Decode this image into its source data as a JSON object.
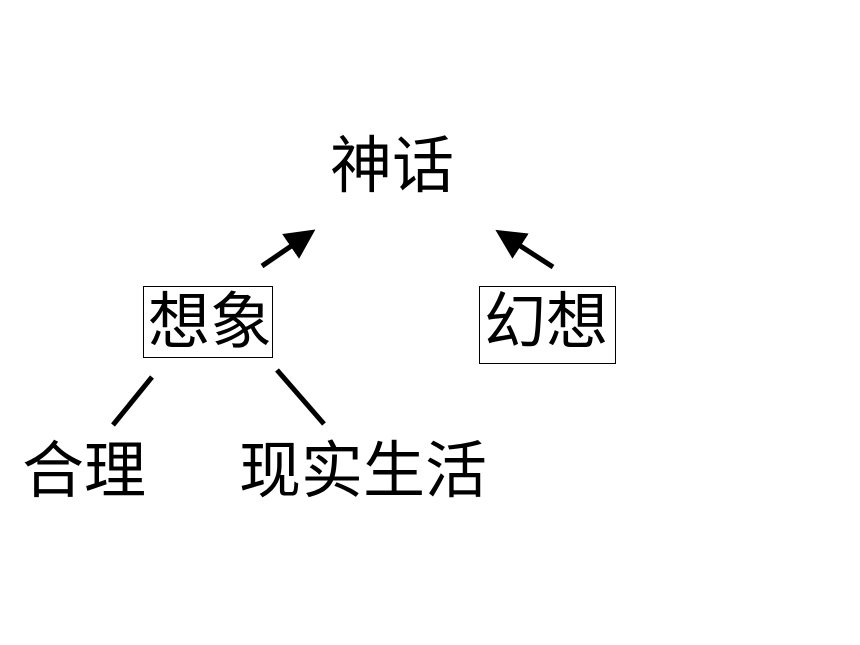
{
  "diagram": {
    "top_node": "神话",
    "left_node": "想象",
    "right_node": "幻想",
    "bottom_left_node": "合理",
    "bottom_right_node": "现实生活"
  },
  "colors": {
    "ink": "#000000",
    "background": "#ffffff"
  }
}
